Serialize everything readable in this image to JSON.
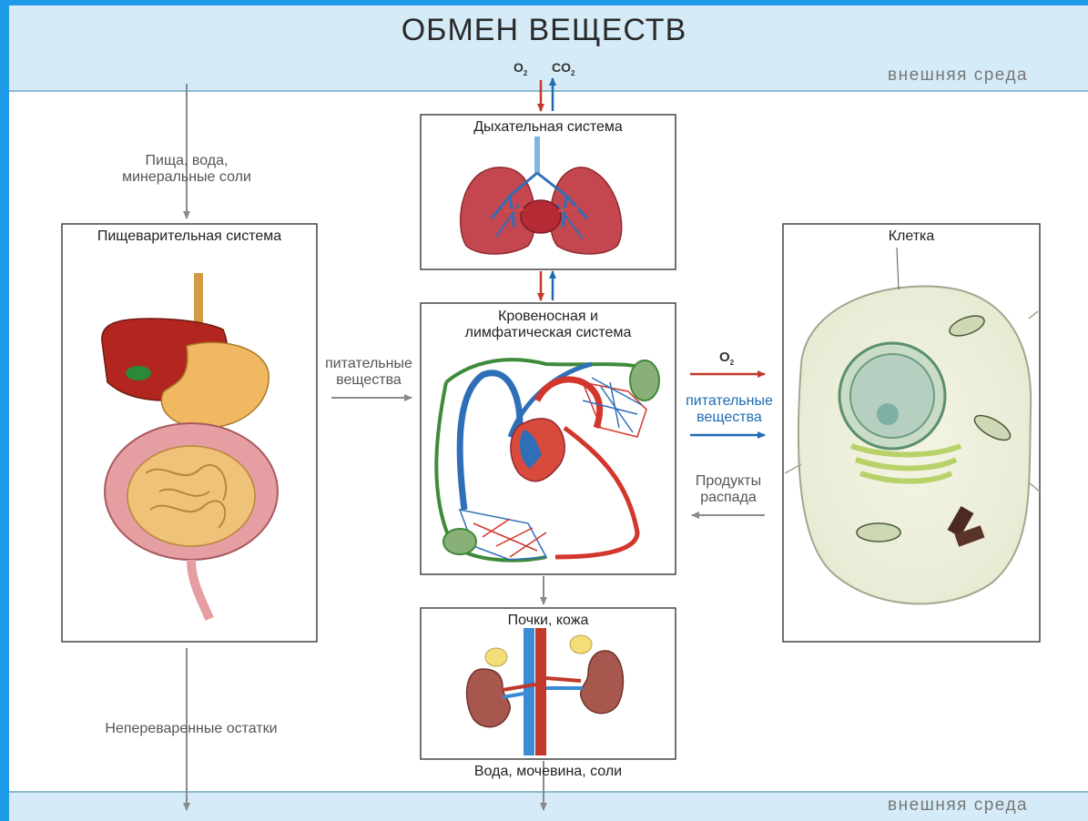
{
  "title": "ОБМЕН ВЕЩЕСТВ",
  "environment": {
    "top_label": "внешняя среда",
    "bottom_label": "внешняя среда"
  },
  "gases": {
    "o2": "O",
    "co2": "CO",
    "sub": "2"
  },
  "boxes": {
    "respiratory": "Дыхательная система",
    "digestive": "Пищеварительная система",
    "circulatory": "Кровеносная и лимфатическая система",
    "kidneys": "Почки, кожа",
    "cell": "Клетка"
  },
  "labels": {
    "food_intake": "Пища, вода, минеральные соли",
    "nutrients_in": "питательные вещества",
    "nutrients_out": "питательные вещества",
    "decay_products": "Продукты распада",
    "undigested": "Непереваренные остатки",
    "excretion": "Вода, мочевина, соли"
  },
  "colors": {
    "background_frame": "#1e9be8",
    "environment_band": "#d5ebf7",
    "arterial": "#c0392b",
    "venous": "#1f6bb3",
    "lymph": "#3f8a3a",
    "arrow_gray": "#8a8a8a"
  }
}
